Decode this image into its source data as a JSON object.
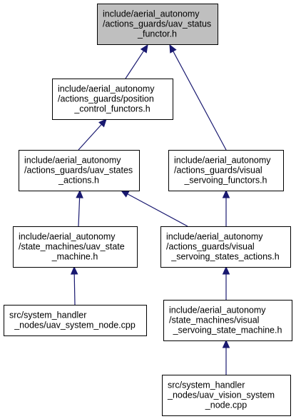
{
  "colors": {
    "highlight_fill": "#bfbfbf",
    "node_fill": "#ffffff",
    "edge": "#191970",
    "border": "#000000"
  },
  "nodes": [
    {
      "id": "uav_status_functor",
      "highlight": true,
      "lines": [
        "include/aerial_autonomy",
        "/actions_guards/uav_status",
        "_functor.h"
      ]
    },
    {
      "id": "position_control_functors",
      "highlight": false,
      "lines": [
        "include/aerial_autonomy",
        "/actions_guards/position",
        "_control_functors.h"
      ]
    },
    {
      "id": "uav_states_actions",
      "highlight": false,
      "lines": [
        "include/aerial_autonomy",
        "/actions_guards/uav_states",
        "_actions.h"
      ]
    },
    {
      "id": "visual_servoing_functors",
      "highlight": false,
      "lines": [
        "include/aerial_autonomy",
        "/actions_guards/visual",
        "_servoing_functors.h"
      ]
    },
    {
      "id": "uav_state_machine",
      "highlight": false,
      "lines": [
        "include/aerial_autonomy",
        "/state_machines/uav_state",
        "_machine.h"
      ]
    },
    {
      "id": "visual_servoing_states_actions",
      "highlight": false,
      "lines": [
        "include/aerial_autonomy",
        "/actions_guards/visual",
        "_servoing_states_actions.h"
      ]
    },
    {
      "id": "uav_system_node",
      "highlight": false,
      "lines": [
        "src/system_handler",
        "_nodes/uav_system_node.cpp"
      ]
    },
    {
      "id": "visual_servoing_state_machine",
      "highlight": false,
      "lines": [
        "include/aerial_autonomy",
        "/state_machines/visual",
        "_servoing_state_machine.h"
      ]
    },
    {
      "id": "uav_vision_system_node",
      "highlight": false,
      "lines": [
        "src/system_handler",
        "_nodes/uav_vision_system",
        "_node.cpp"
      ]
    }
  ],
  "edges": [
    {
      "from": "position_control_functors",
      "to": "uav_status_functor"
    },
    {
      "from": "visual_servoing_functors",
      "to": "uav_status_functor"
    },
    {
      "from": "uav_states_actions",
      "to": "position_control_functors"
    },
    {
      "from": "uav_state_machine",
      "to": "uav_states_actions"
    },
    {
      "from": "visual_servoing_states_actions",
      "to": "uav_states_actions"
    },
    {
      "from": "visual_servoing_states_actions",
      "to": "visual_servoing_functors"
    },
    {
      "from": "uav_system_node",
      "to": "uav_state_machine"
    },
    {
      "from": "visual_servoing_state_machine",
      "to": "visual_servoing_states_actions"
    },
    {
      "from": "uav_vision_system_node",
      "to": "visual_servoing_state_machine"
    }
  ]
}
